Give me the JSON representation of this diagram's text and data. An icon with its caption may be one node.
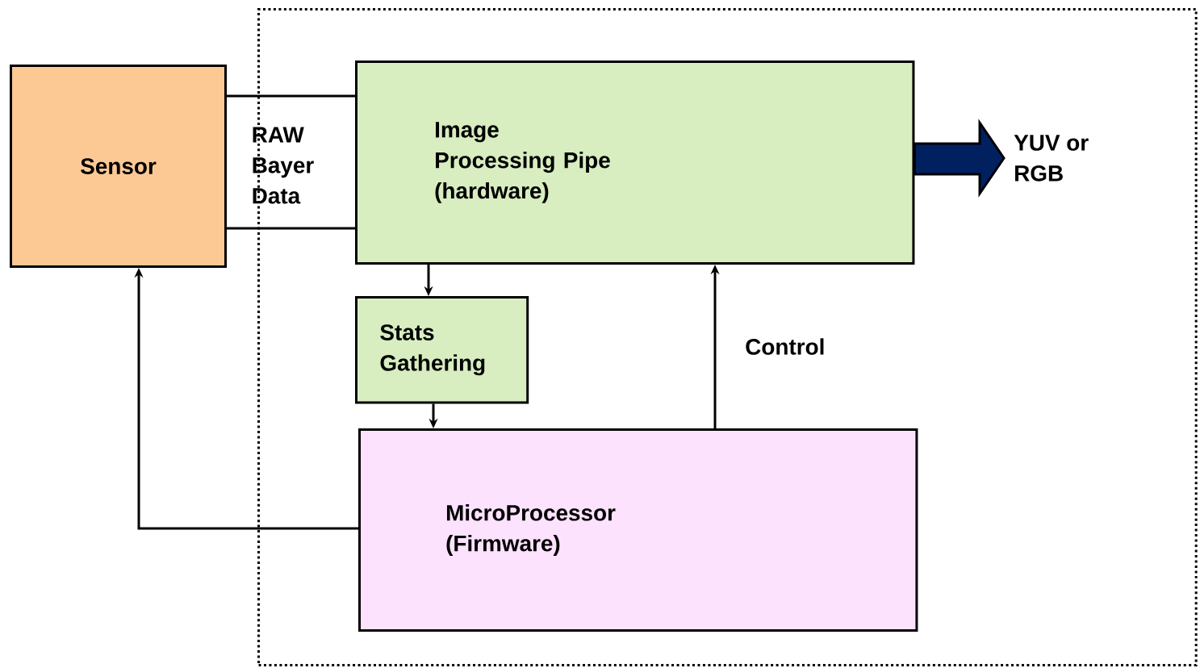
{
  "diagram": {
    "nodes": [
      {
        "text": [],
        "shape": "box"
      },
      {
        "text": [
          "Sensor"
        ]
      },
      {
        "text": [
          "Image Processing Pipe (hardware)"
        ],
        "in": 0
      },
      {
        "text": [
          "Stats Gathering"
        ],
        "in": 0
      },
      {
        "text": [
          "MicroProcessor (Firmware)"
        ],
        "in": 0
      },
      {
        "text": [
          "YUV or RGB"
        ],
        "in": 0
      }
    ],
    "edges": [
      {
        "from": 1,
        "to": 2,
        "arrow": "none",
        "label": "RAW Bayer Data"
      },
      {
        "from": 1,
        "to": 2,
        "arrow": "none"
      },
      {
        "from": 2,
        "to": 3,
        "arrow": "to"
      },
      {
        "from": 3,
        "to": 4,
        "arrow": "to"
      },
      {
        "from": 4,
        "to": 2,
        "arrow": "to",
        "label": "Control"
      },
      {
        "from": 4,
        "to": 1,
        "arrow": "to"
      },
      {
        "from": 2,
        "to": 5,
        "arrow": "to",
        "style": "thick",
        "color": "#002060"
      }
    ]
  }
}
